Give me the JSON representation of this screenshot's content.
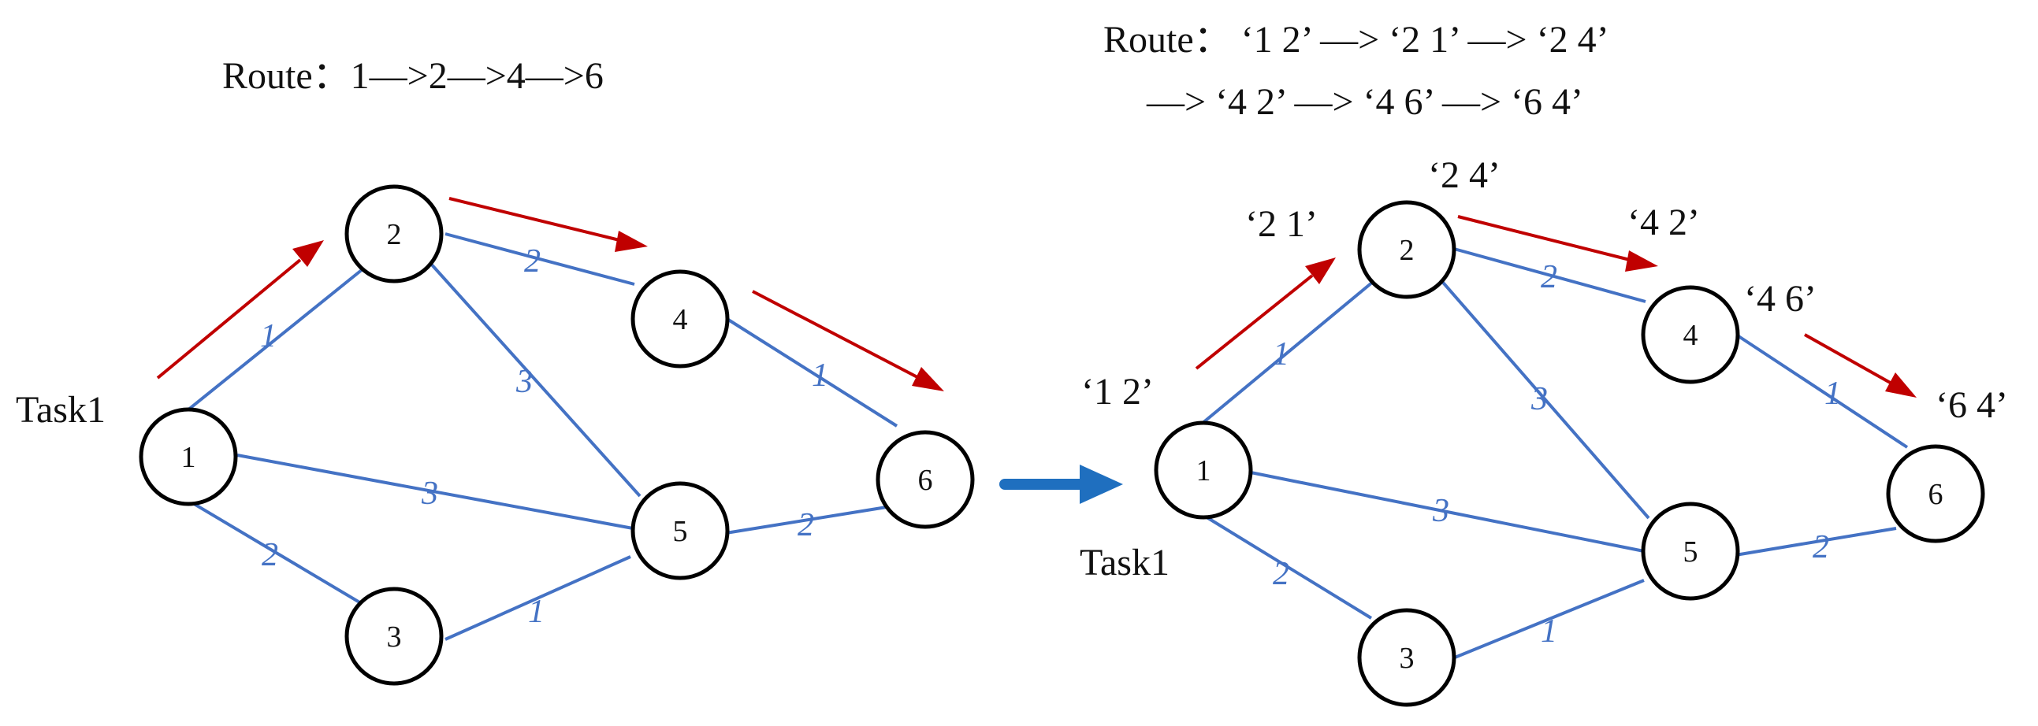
{
  "colors": {
    "edge": "#4472c4",
    "route_arrow": "#c00000",
    "transition_arrow": "#1f6fbf",
    "node_stroke": "#000000"
  },
  "left": {
    "route_text": "Route：1—>2—>4—>6",
    "task_label": "Task1",
    "nodes": [
      "1",
      "2",
      "3",
      "4",
      "5",
      "6"
    ],
    "edges": [
      {
        "from": "1",
        "to": "2",
        "weight": "1"
      },
      {
        "from": "1",
        "to": "5",
        "weight": "3"
      },
      {
        "from": "1",
        "to": "3",
        "weight": "2"
      },
      {
        "from": "2",
        "to": "4",
        "weight": "2"
      },
      {
        "from": "2",
        "to": "5",
        "weight": "3"
      },
      {
        "from": "4",
        "to": "6",
        "weight": "1"
      },
      {
        "from": "3",
        "to": "5",
        "weight": "1"
      },
      {
        "from": "5",
        "to": "6",
        "weight": "2"
      }
    ]
  },
  "right": {
    "route_line1": "Route：  ‘1 2’ —> ‘2 1’ —> ‘2 4’",
    "route_line2": "—> ‘4 2’ —> ‘4 6’ —> ‘6 4’",
    "task_label": "Task1",
    "nodes": [
      "1",
      "2",
      "3",
      "4",
      "5",
      "6"
    ],
    "edges": [
      {
        "from": "1",
        "to": "2",
        "weight": "1"
      },
      {
        "from": "1",
        "to": "5",
        "weight": "3"
      },
      {
        "from": "1",
        "to": "3",
        "weight": "2"
      },
      {
        "from": "2",
        "to": "4",
        "weight": "2"
      },
      {
        "from": "2",
        "to": "5",
        "weight": "3"
      },
      {
        "from": "4",
        "to": "6",
        "weight": "1"
      },
      {
        "from": "3",
        "to": "5",
        "weight": "1"
      },
      {
        "from": "5",
        "to": "6",
        "weight": "2"
      }
    ],
    "state_labels": [
      "‘1 2’",
      "‘2 1’",
      "‘2 4’",
      "‘4 2’",
      "‘4 6’",
      "‘6 4’"
    ]
  }
}
